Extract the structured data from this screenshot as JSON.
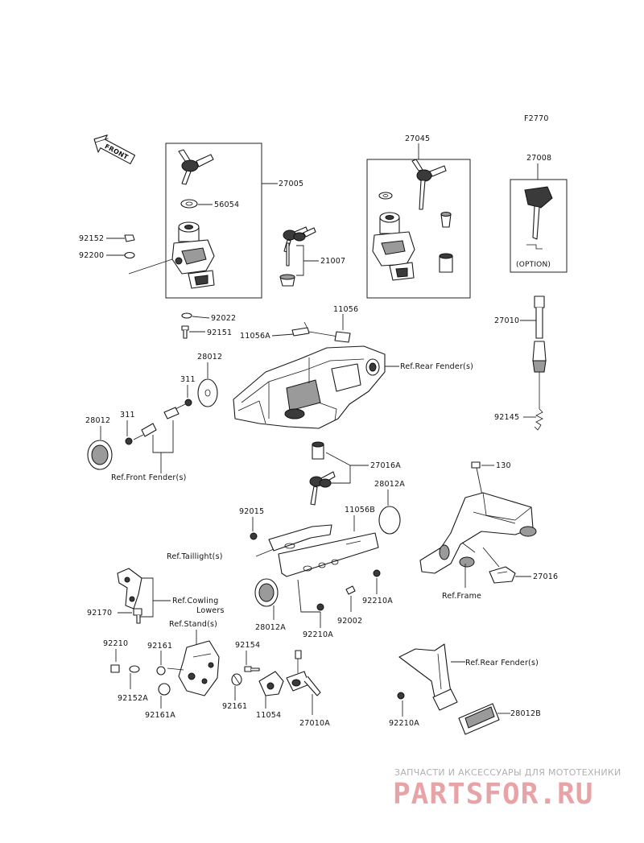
{
  "diagram": {
    "code": "F2770",
    "front_label": "FRONT",
    "parts": {
      "p27005": "27005",
      "p56054": "56054",
      "p92152": "92152",
      "p92200": "92200",
      "p92022": "92022",
      "p92151": "92151",
      "p21007": "21007",
      "p27045": "27045",
      "p27008": "27008",
      "option": "(OPTION)",
      "p11056": "11056",
      "p11056A": "11056A",
      "p27010": "27010",
      "p28012_top": "28012",
      "p311_top": "311",
      "p28012_left": "28012",
      "p311_left": "311",
      "p92145": "92145",
      "p27016A": "27016A",
      "p130": "130",
      "p28012A_top": "28012A",
      "p92015": "92015",
      "p11056B": "11056B",
      "p92210A_mid": "92210A",
      "p92002": "92002",
      "p28012A_bottom": "28012A",
      "p92210A_low": "92210A",
      "p27016": "27016",
      "p92170": "92170",
      "p92210": "92210",
      "p92161_top": "92161",
      "p92152A": "92152A",
      "p92161A": "92161A",
      "p92154": "92154",
      "p92161_mid": "92161",
      "p11054": "11054",
      "p27010A": "27010A",
      "p92210A_right": "92210A",
      "p28012B": "28012B"
    },
    "refs": {
      "rear_fender_top": "Ref.Rear Fender(s)",
      "front_fender": "Ref.Front Fender(s)",
      "taillight": "Ref.Taillight(s)",
      "cowling_1": "Ref.Cowling",
      "cowling_2": "Lowers",
      "stand": "Ref.Stand(s)",
      "frame": "Ref.Frame",
      "rear_fender_bottom": "Ref.Rear Fender(s)"
    }
  },
  "watermark": {
    "caption": "ЗАПЧАСТИ И АКСЕССУАРЫ ДЛЯ МОТОТЕХНИКИ",
    "brand": "PARTSFOR.RU"
  }
}
